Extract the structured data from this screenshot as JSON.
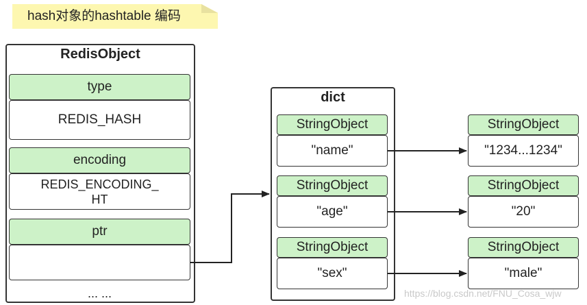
{
  "note": {
    "text": "hash对象的hashtable 编码"
  },
  "redis_object": {
    "title": "RedisObject",
    "fields": [
      {
        "label": "type",
        "value": "REDIS_HASH"
      },
      {
        "label": "encoding",
        "value": "REDIS_ENCODING_\nHT"
      },
      {
        "label": "ptr",
        "value": ""
      }
    ],
    "more": "... ..."
  },
  "dict": {
    "title": "dict",
    "entries": [
      {
        "key_type": "StringObject",
        "key": "\"name\"",
        "value_type": "StringObject",
        "value": "\"1234...1234\""
      },
      {
        "key_type": "StringObject",
        "key": "\"age\"",
        "value_type": "StringObject",
        "value": "\"20\""
      },
      {
        "key_type": "StringObject",
        "key": "\"sex\"",
        "value_type": "StringObject",
        "value": "\"male\""
      }
    ]
  },
  "watermark": "https://blog.csdn.net/FNU_Cosa_wjw",
  "colors": {
    "label_fill": "#cdf2c8",
    "note_fill": "#fdf7b0",
    "stroke": "#333333"
  }
}
